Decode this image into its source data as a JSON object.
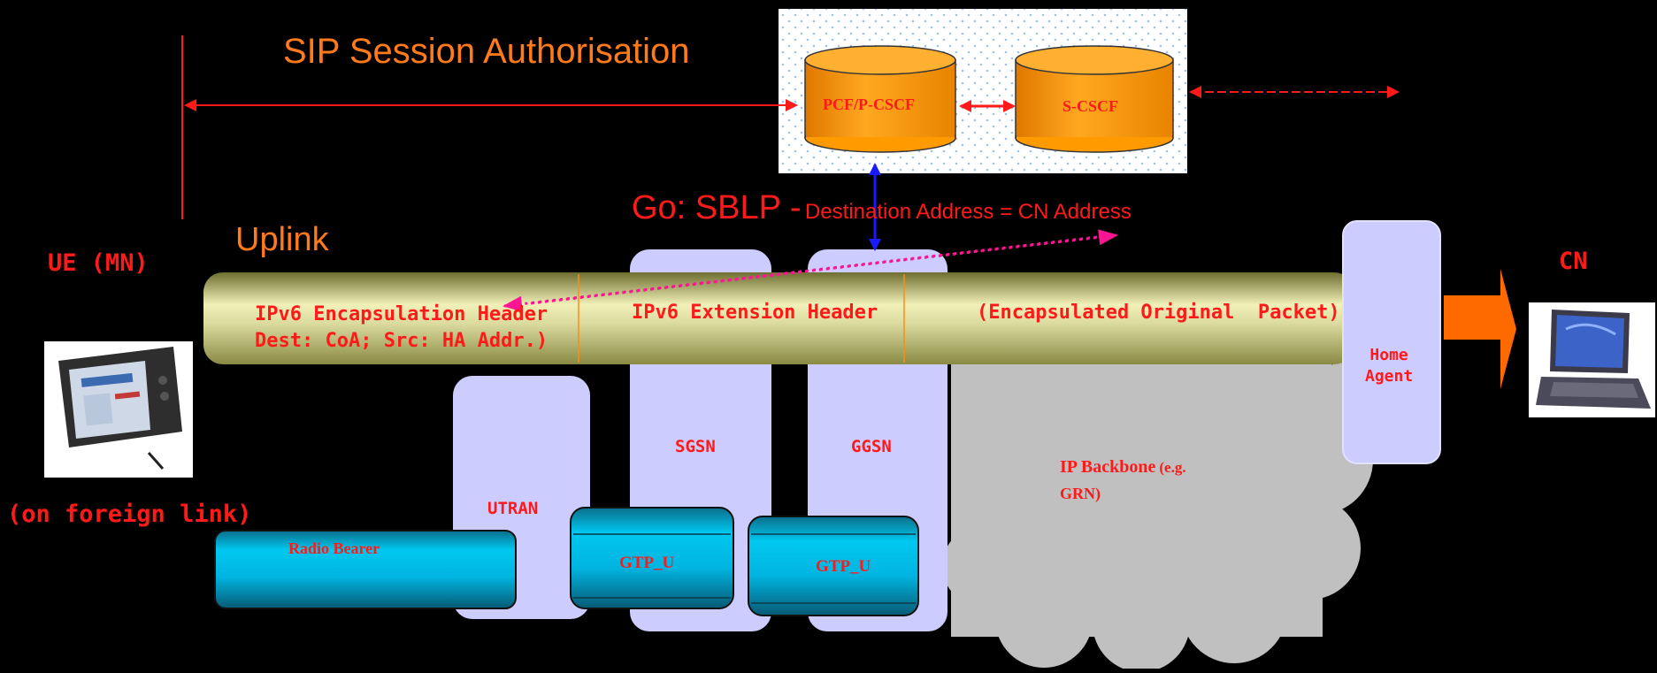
{
  "title": "SIP Session Authorisation",
  "uplink_label": "Uplink",
  "go_label": "Go: SBLP -",
  "go_detail": "Destination Address = CN Address",
  "ue_label": "UE (MN)",
  "ue_sublabel": "(on foreign link)",
  "cn_label": "CN",
  "ims": {
    "pcf_label": "PCF/P-CSCF",
    "scscf_label": "S-CSCF"
  },
  "tunnel": {
    "seg1_line1": "IPv6 Encapsulation Header",
    "seg1_line2": "Dest: CoA; Src: HA Addr.)",
    "seg2": "IPv6 Extension Header",
    "seg3": "(Encapsulated Original  Packet)"
  },
  "nodes": {
    "utran": "UTRAN",
    "sgsn": "SGSN",
    "ggsn": "GGSN",
    "home_agent_line1": "Home",
    "home_agent_line2": "Agent"
  },
  "bearers": {
    "radio": "Radio Bearer",
    "gtp1": "GTP_U",
    "gtp2": "GTP_U"
  },
  "backbone": {
    "bold": "IP Backbone",
    "small": "(e.g.",
    "line2": "GRN)"
  },
  "colors": {
    "background": "#000000",
    "label_red": "#ff1a1a",
    "title_orange": "#ff7a1a",
    "cylinder_orange": "#ff9a00",
    "node_lavender": "#ccccff",
    "tunnel_olive": "#c8c880",
    "bearer_cyan": "#00b4e0",
    "cloud_gray": "#c0c0c0",
    "magenta_dotted": "#ff1493"
  }
}
